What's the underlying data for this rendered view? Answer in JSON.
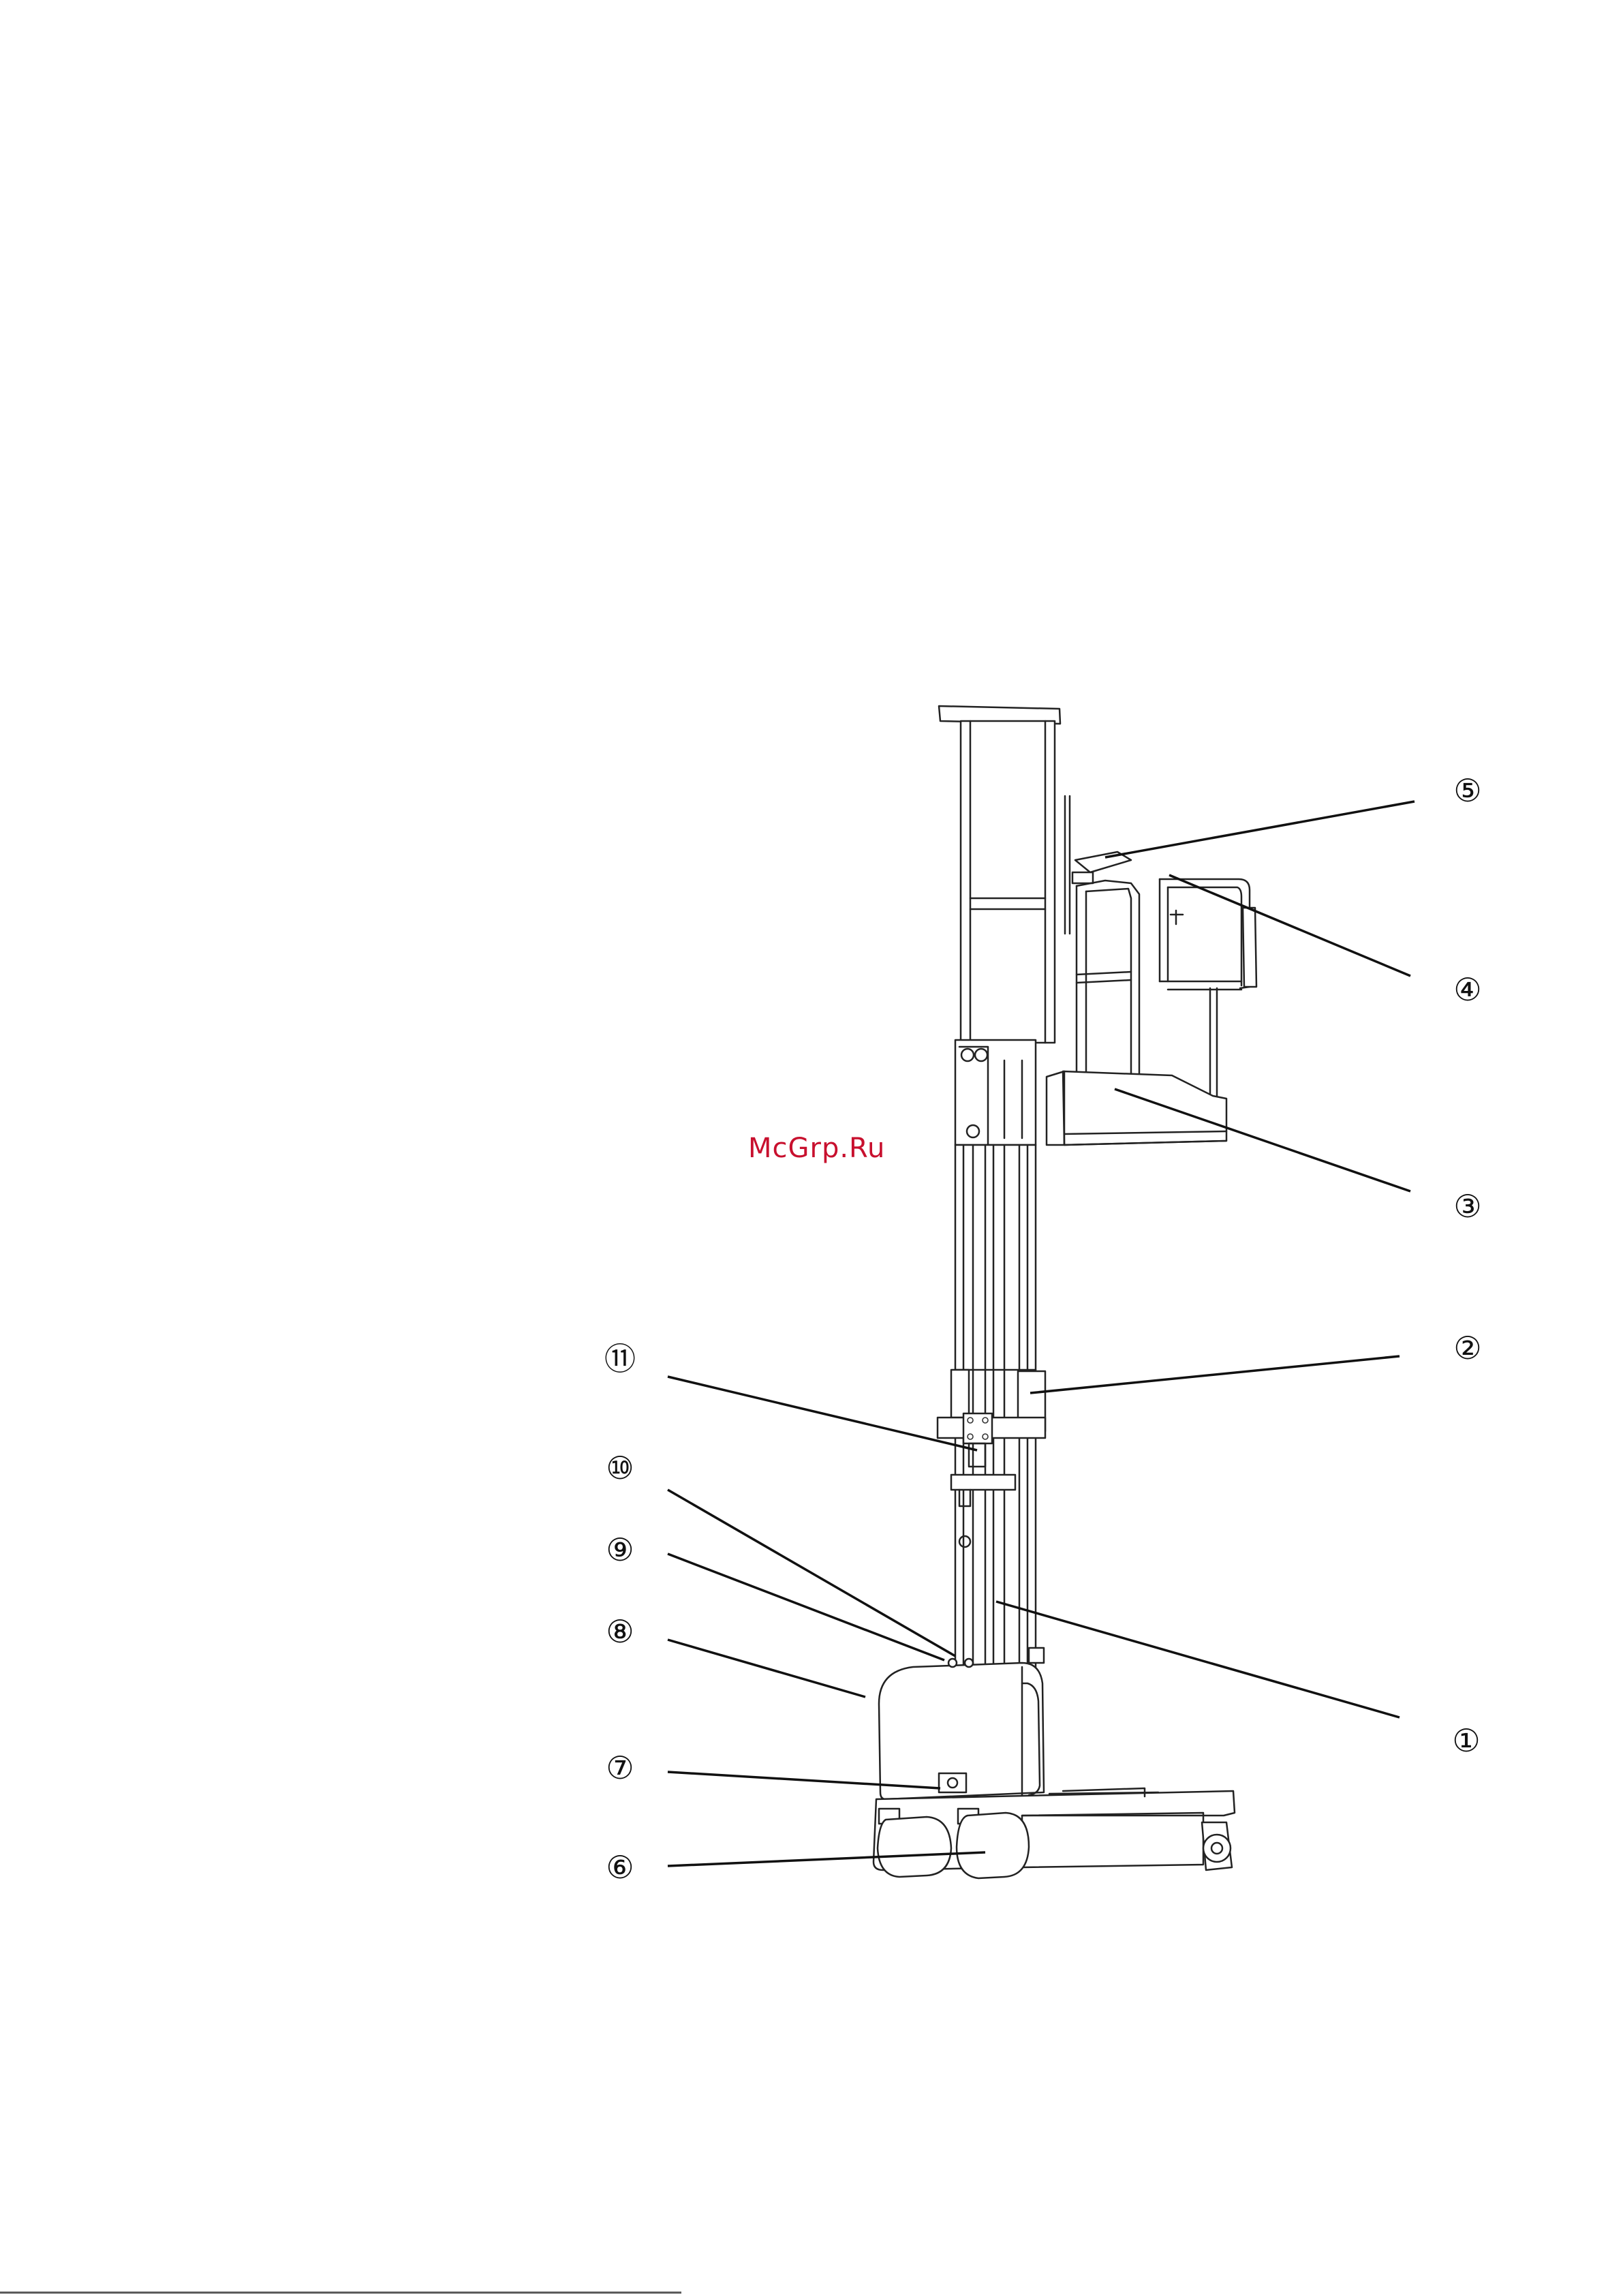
{
  "watermark": "McGrp.Ru",
  "callouts": [
    {
      "id": "1",
      "label": "①"
    },
    {
      "id": "2",
      "label": "②"
    },
    {
      "id": "3",
      "label": "③"
    },
    {
      "id": "4",
      "label": "④"
    },
    {
      "id": "5",
      "label": "⑤"
    },
    {
      "id": "6",
      "label": "⑥"
    },
    {
      "id": "7",
      "label": "⑦"
    },
    {
      "id": "8",
      "label": "⑧"
    },
    {
      "id": "9",
      "label": "⑨"
    },
    {
      "id": "10",
      "label": "⑩"
    },
    {
      "id": "11",
      "label": "⑪"
    }
  ]
}
